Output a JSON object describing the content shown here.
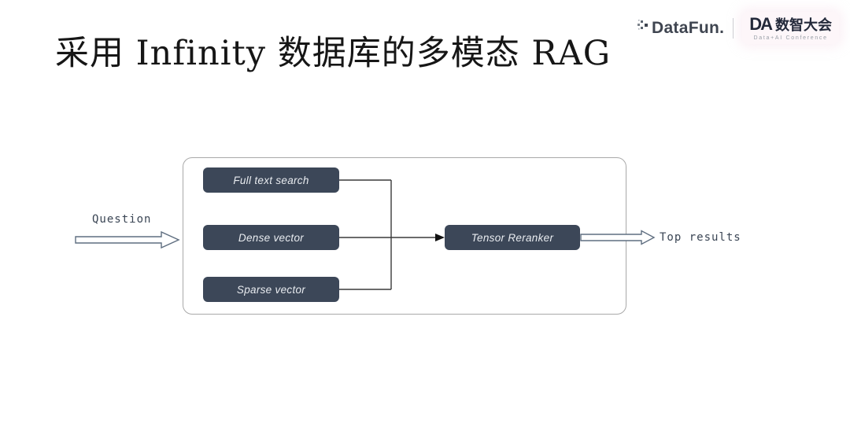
{
  "slide": {
    "title": "采用 Infinity 数据库的多模态 RAG"
  },
  "header": {
    "datafun_logo": "DataFun.",
    "conference_logo_prefix": "DA",
    "conference_logo_name": "数智大会",
    "conference_logo_subtitle": "Data+AI Conference"
  },
  "diagram": {
    "input_label": "Question",
    "output_label": "Top results",
    "retrieval_paths": [
      {
        "label": "Full text search"
      },
      {
        "label": "Dense vector"
      },
      {
        "label": "Sparse vector"
      }
    ],
    "reranker_label": "Tensor Reranker",
    "colors": {
      "stage_box_fill": "#3c4758",
      "stage_box_text": "#e9ecf0",
      "container_border": "#a9a9a9",
      "connector_line": "#3a3a3a",
      "block_arrow_outline": "#5f6e80",
      "label_text": "#3a4554",
      "title_text": "#161616"
    }
  }
}
